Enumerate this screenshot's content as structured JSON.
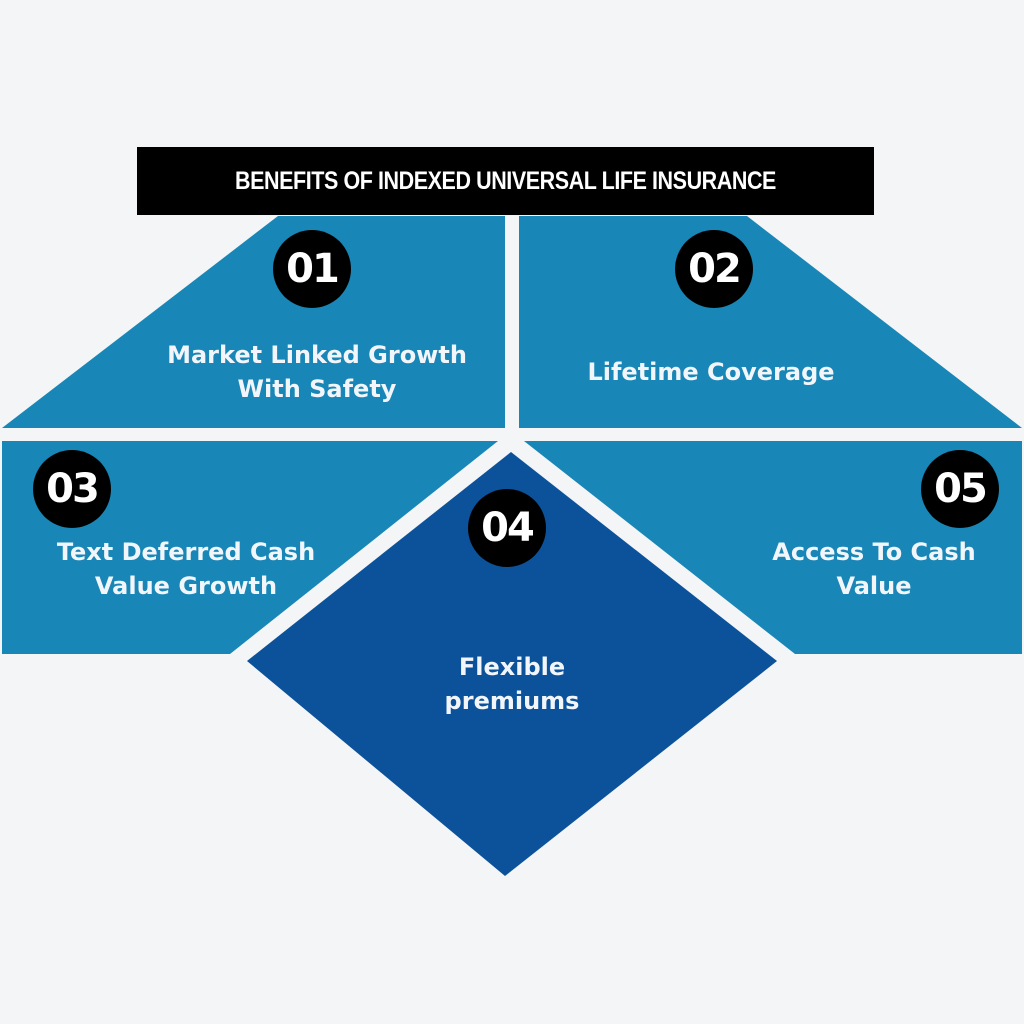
{
  "title": "BENEFITS OF INDEXED UNIVERSAL LIFE INSURANCE",
  "colors": {
    "background": "#f4f5f6",
    "panel_light_blue": "#1886b6",
    "panel_dark_blue": "#0c529b",
    "badge": "#000000",
    "title_bar": "#000000",
    "text": "#ffffff"
  },
  "benefits": [
    {
      "number": "01",
      "line1": "Market Linked Growth",
      "line2": "With Safety"
    },
    {
      "number": "02",
      "line1": "Lifetime Coverage",
      "line2": ""
    },
    {
      "number": "03",
      "line1": "Text Deferred Cash",
      "line2": "Value Growth"
    },
    {
      "number": "04",
      "line1": "Flexible",
      "line2": "premiums"
    },
    {
      "number": "05",
      "line1": "Access To Cash",
      "line2": "Value"
    }
  ]
}
